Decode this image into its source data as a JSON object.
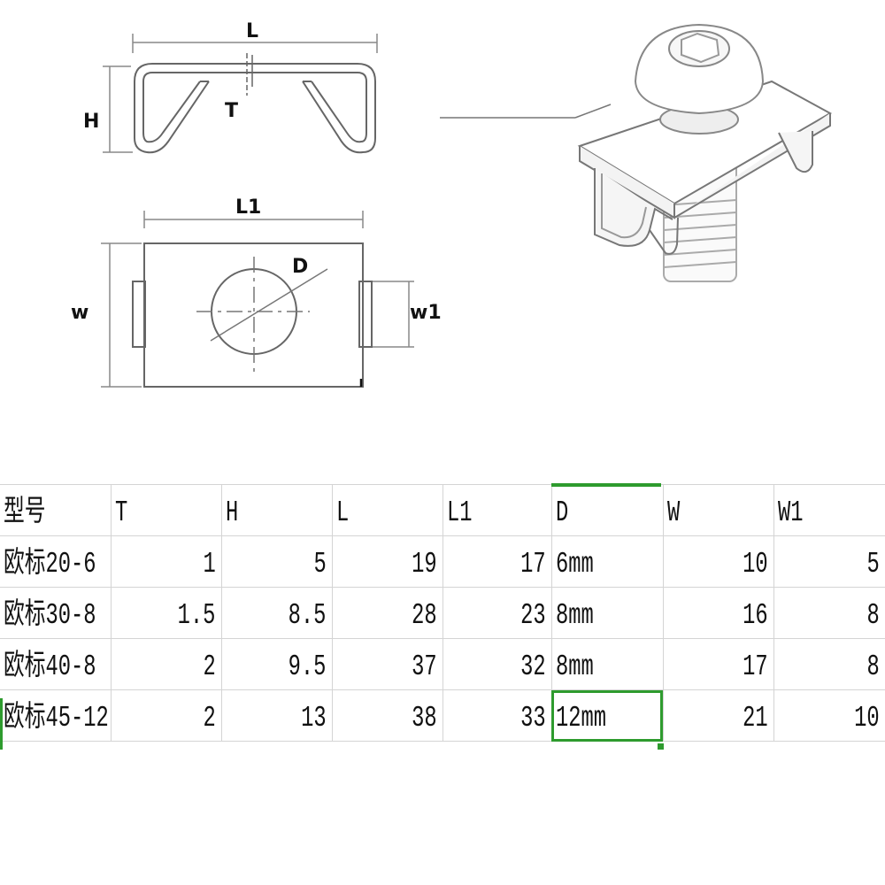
{
  "drawing": {
    "labels": {
      "L": "L",
      "H": "H",
      "T": "T",
      "L1": "L1",
      "D": "D",
      "w": "w",
      "w1": "w1"
    }
  },
  "table": {
    "headers": [
      "型号",
      "T",
      "H",
      "L",
      "L1",
      "D",
      "W",
      "W1"
    ],
    "rows": [
      [
        "欧标20-6",
        "1",
        "5",
        "19",
        "17",
        "6mm",
        "10",
        "5"
      ],
      [
        "欧标30-8",
        "1.5",
        "8.5",
        "28",
        "23",
        "8mm",
        "16",
        "8"
      ],
      [
        "欧标40-8",
        "2",
        "9.5",
        "37",
        "32",
        "8mm",
        "17",
        "8"
      ],
      [
        "欧标45-12",
        "2",
        "13",
        "38",
        "33",
        "12mm",
        "21",
        "10"
      ]
    ],
    "selected_cell": "12mm",
    "accent_color": "#2e9b2e"
  }
}
